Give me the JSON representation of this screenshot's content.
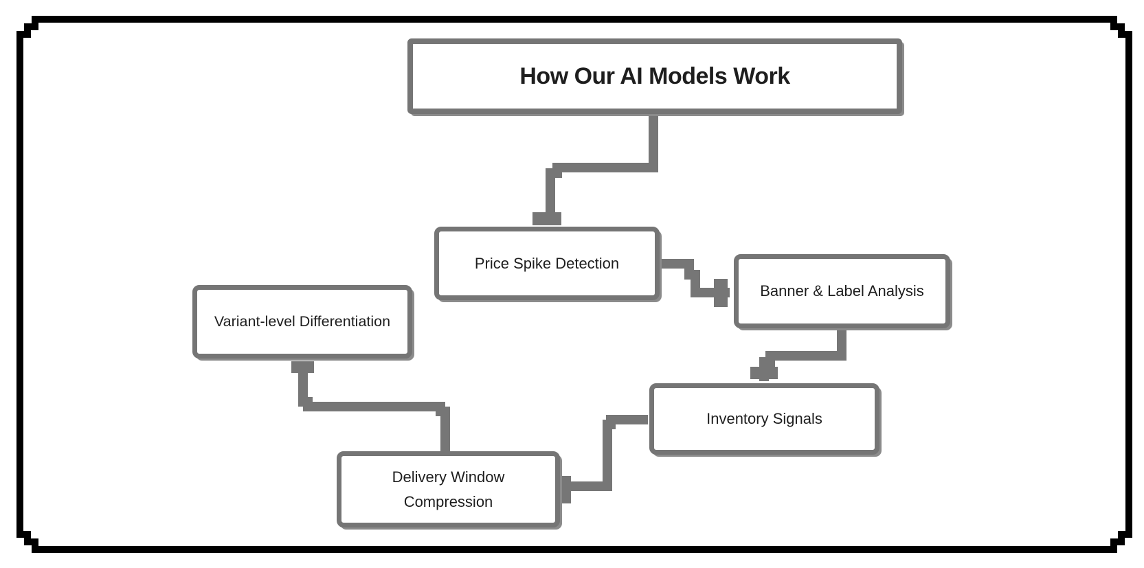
{
  "diagram": {
    "nodes": [
      {
        "id": "title",
        "label": "How Our AI Models Work"
      },
      {
        "id": "price-spike-detection",
        "label": "Price Spike Detection"
      },
      {
        "id": "banner-label-analysis",
        "label": "Banner & Label Analysis"
      },
      {
        "id": "variant-level-differentiation",
        "label": "Variant-level Differentiation"
      },
      {
        "id": "inventory-signals",
        "label": "Inventory Signals"
      },
      {
        "id": "delivery-window-compression",
        "label": "Delivery Window Compression"
      }
    ],
    "edges": [
      {
        "from": "title",
        "to": "price-spike-detection"
      },
      {
        "from": "price-spike-detection",
        "to": "banner-label-analysis"
      },
      {
        "from": "banner-label-analysis",
        "to": "inventory-signals"
      },
      {
        "from": "inventory-signals",
        "to": "delivery-window-compression"
      },
      {
        "from": "delivery-window-compression",
        "to": "variant-level-differentiation"
      }
    ],
    "colors": {
      "connector": "#767676",
      "node_border": "#757575",
      "frame": "#000000",
      "text": "#1e1e1e",
      "node_fill": "#ffffff",
      "background": "#ffffff"
    }
  }
}
